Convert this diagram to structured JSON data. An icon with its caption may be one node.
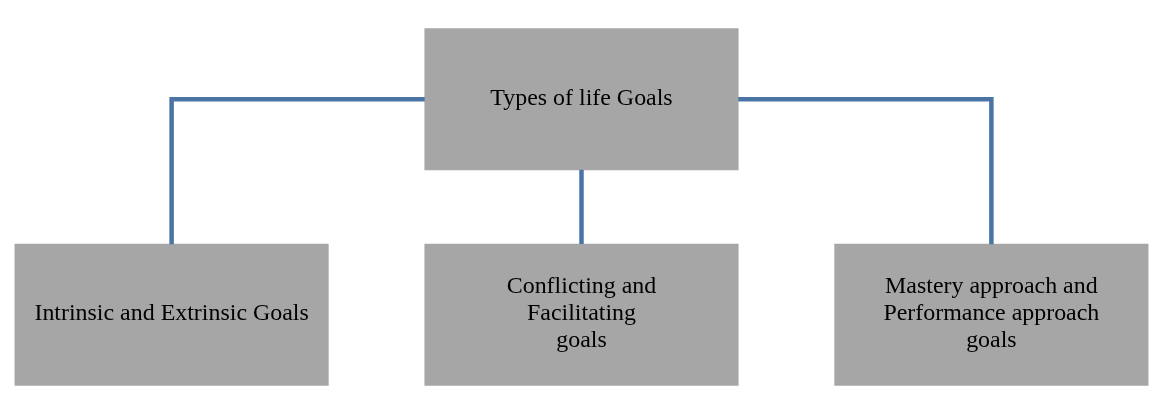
{
  "diagram": {
    "nodes": [
      {
        "text": [
          "Types of life Goals"
        ]
      },
      {
        "text": [
          "Intrinsic and Extrinsic Goals"
        ]
      },
      {
        "text": [
          "Conflicting and Facilitating goals"
        ]
      },
      {
        "text": [
          "Mastery approach and Performance approach goals"
        ]
      }
    ],
    "edges": [
      {
        "from": 0,
        "to": 1,
        "arrow": "none"
      },
      {
        "from": 0,
        "to": 2,
        "arrow": "none"
      },
      {
        "from": 0,
        "to": 3,
        "arrow": "none"
      }
    ]
  }
}
